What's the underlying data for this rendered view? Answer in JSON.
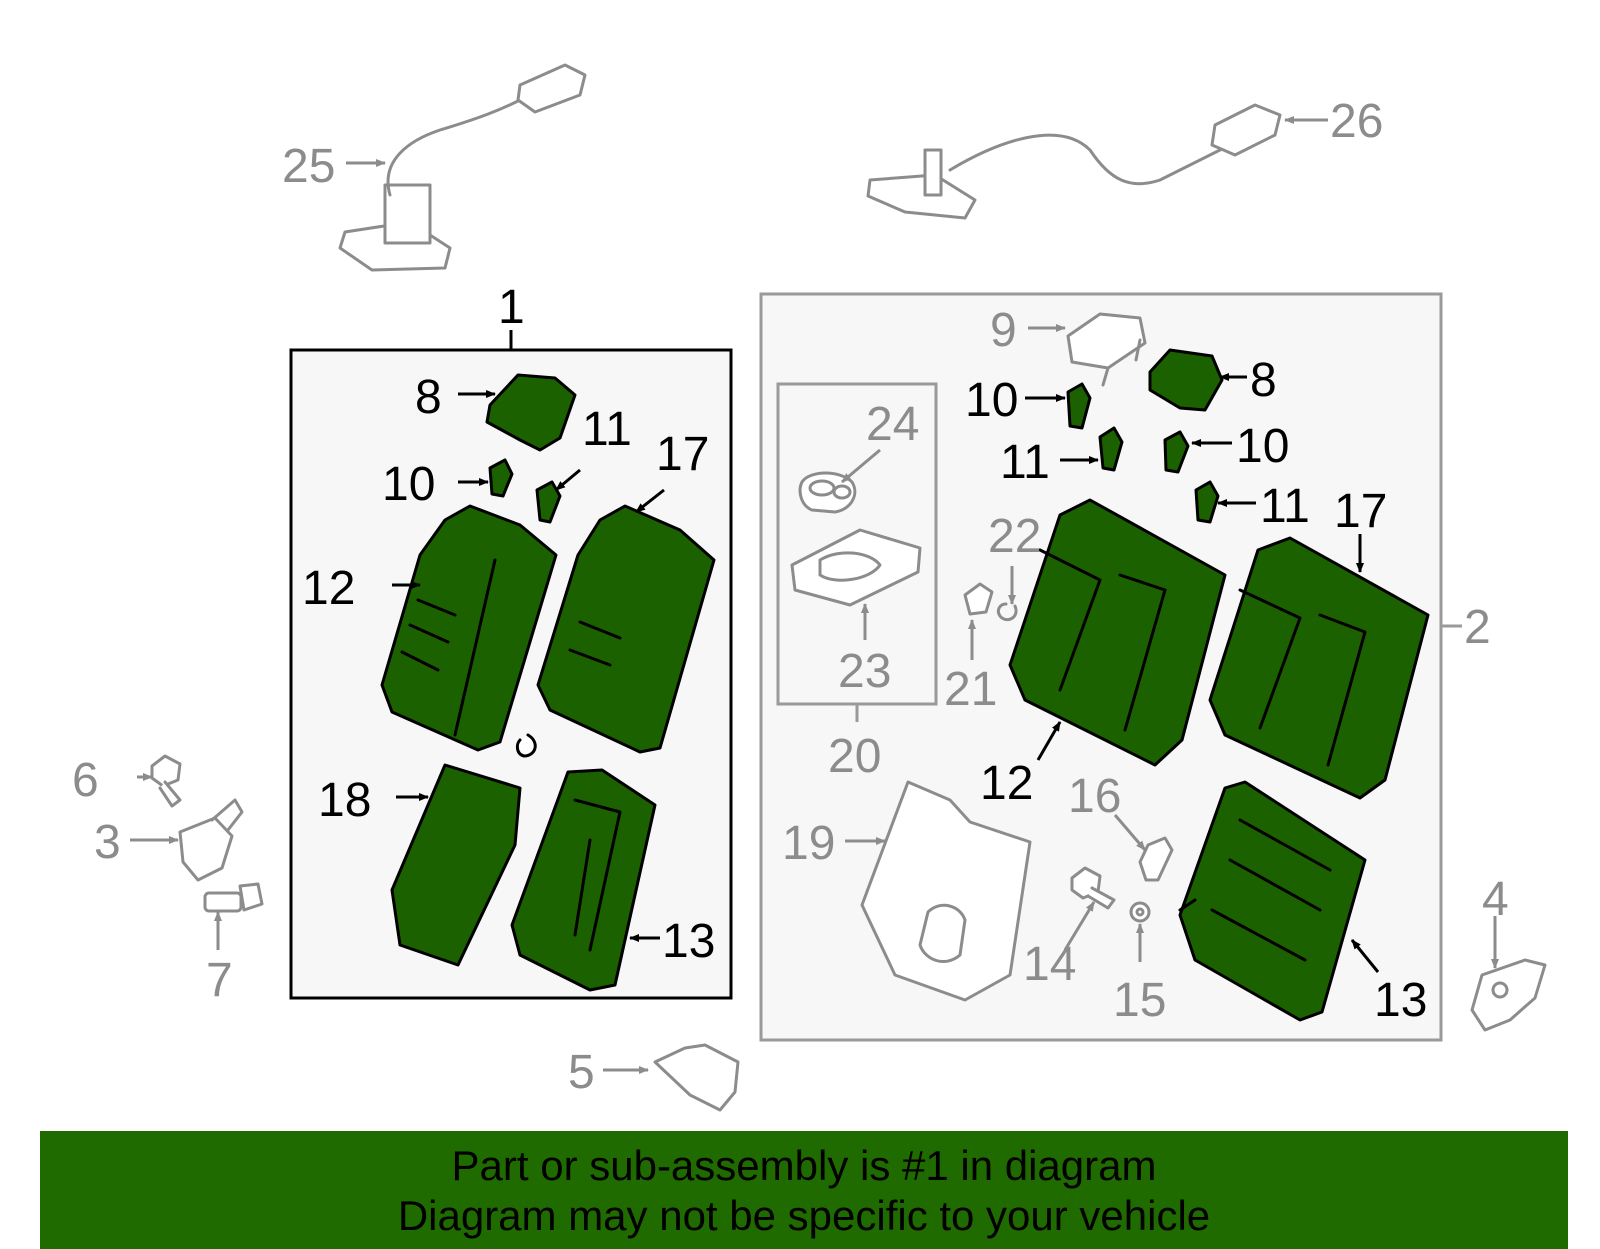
{
  "colors": {
    "accent_green": "#1f6b00",
    "part_green": "#1c6100",
    "ghost_gray": "#8c8c8c",
    "box_fill": "#f7f7f7"
  },
  "callouts": {
    "c1": "1",
    "c2": "2",
    "c3": "3",
    "c4": "4",
    "c5": "5",
    "c6": "6",
    "c7": "7",
    "c8a": "8",
    "c8b": "8",
    "c9": "9",
    "c10a": "10",
    "c10b": "10",
    "c10c": "10",
    "c11a": "11",
    "c11b": "11",
    "c11c": "11",
    "c12a": "12",
    "c12b": "12",
    "c13a": "13",
    "c13b": "13",
    "c14": "14",
    "c15": "15",
    "c16": "16",
    "c17a": "17",
    "c17b": "17",
    "c18": "18",
    "c19": "19",
    "c20": "20",
    "c21": "21",
    "c22": "22",
    "c23": "23",
    "c24": "24",
    "c25": "25",
    "c26": "26"
  },
  "banner": {
    "line1": "Part or sub-assembly is #1 in diagram",
    "line2": "Diagram may not be specific to your vehicle"
  }
}
